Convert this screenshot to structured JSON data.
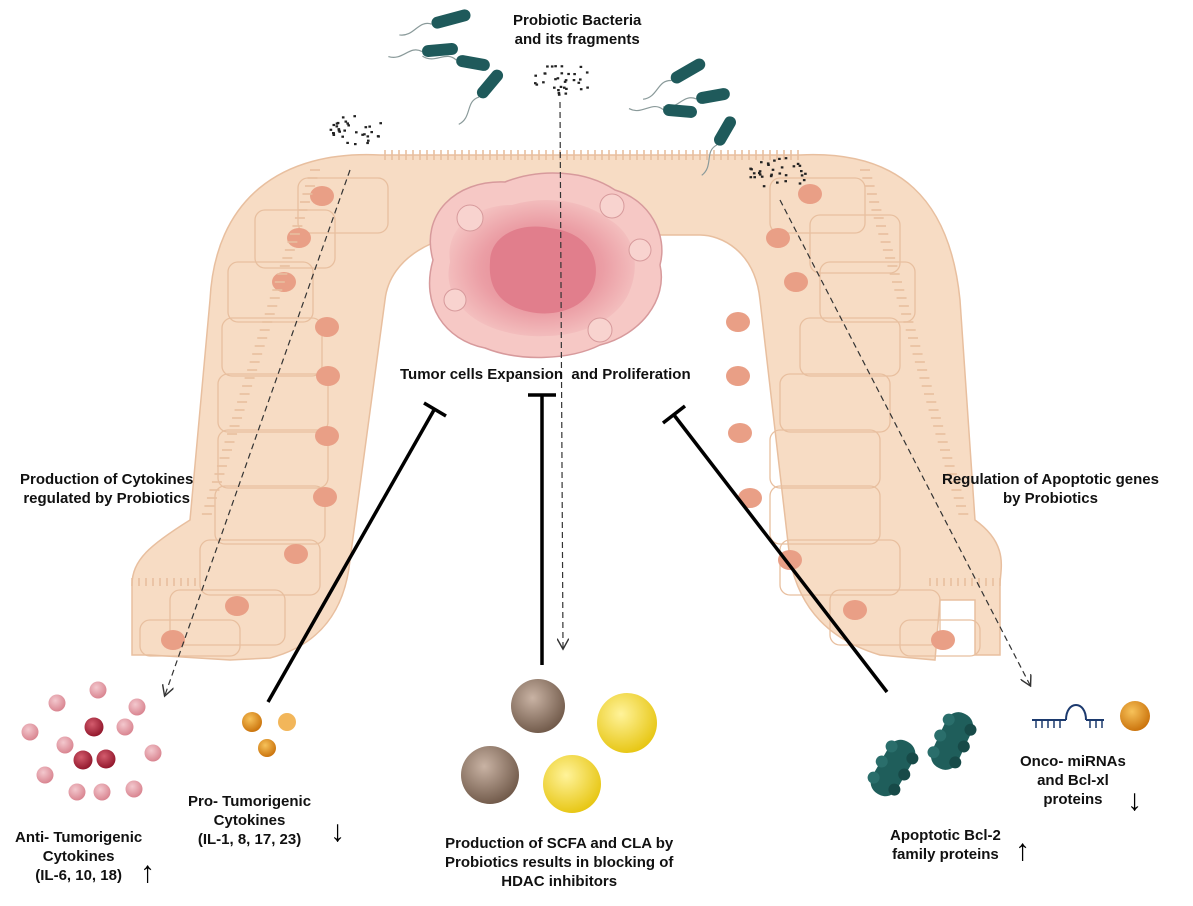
{
  "labels": {
    "bacteria": [
      "Probiotic Bacteria",
      "and its fragments"
    ],
    "tumor": "Tumor cells Expansion  and Proliferation",
    "cytokines_production": [
      "Production of Cytokines",
      "regulated by Probiotics"
    ],
    "apoptotic_regulation": [
      "Regulation of Apoptotic genes",
      "by Probiotics"
    ],
    "anti_tumorigenic": [
      "Anti- Tumorigenic",
      "Cytokines",
      "(IL-6, 10, 18)"
    ],
    "pro_tumorigenic": [
      "Pro- Tumorigenic",
      "Cytokines",
      "(IL-1, 8, 17, 23)"
    ],
    "scfa": [
      "Production of SCFA and CLA by",
      "Probiotics results in blocking of",
      "HDAC inhibitors"
    ],
    "bcl2": [
      "Apoptotic Bcl-2",
      "family proteins"
    ],
    "oncomirna": [
      "Onco- miRNAs",
      "and Bcl-xl",
      "proteins"
    ]
  },
  "indicators": {
    "anti_tumorigenic": "up",
    "pro_tumorigenic": "down",
    "bcl2": "up",
    "oncomirna": "down"
  },
  "colors": {
    "epithelium_fill": "#f7dcc4",
    "epithelium_stroke": "#e8bf9f",
    "nucleus": "#e99f86",
    "tumor_outer": "#f3b9b8",
    "tumor_inner": "#e98e97",
    "bacteria": "#1f5a5b",
    "anti_cytokine_dark": "#a8263a",
    "anti_cytokine_light": "#e3a1aa",
    "pro_cytokine": "#e08b16",
    "scfa_brown": "#8b7364",
    "cla_yellow": "#f2d51c",
    "bcl2_protein": "#1f5e5b",
    "bclxl_protein": "#e08b16"
  }
}
